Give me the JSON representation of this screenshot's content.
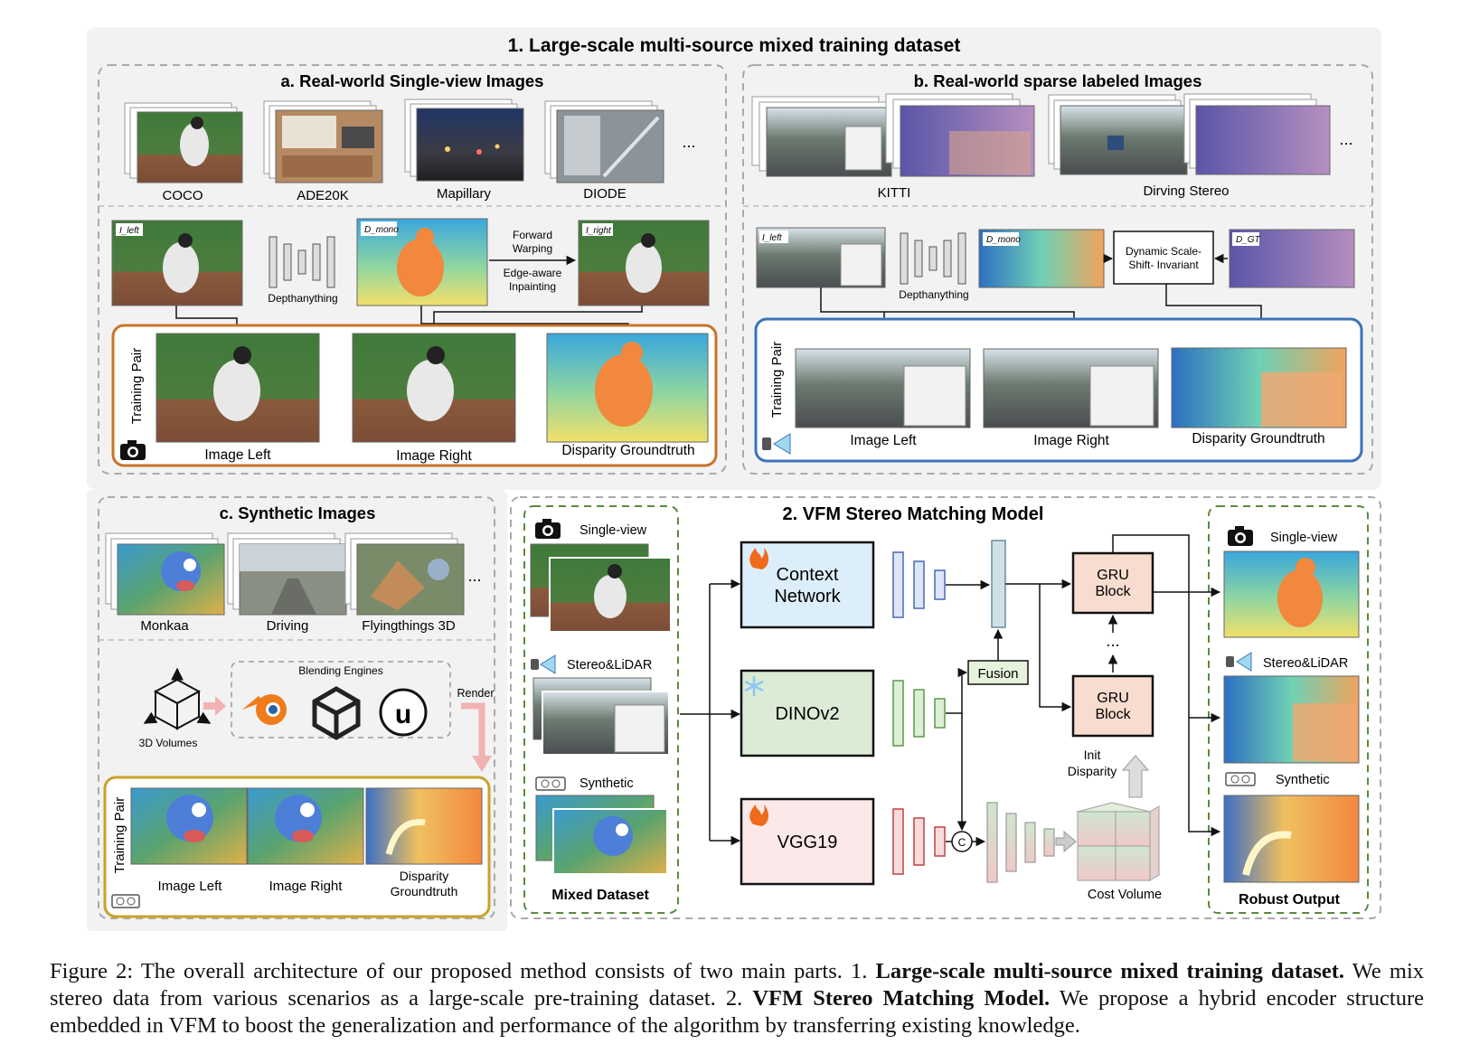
{
  "figure": {
    "part1_title": "1. Large-scale multi-source mixed training dataset",
    "a": {
      "title": "a. Real-world Single-view Images",
      "datasets": [
        "COCO",
        "ADE20K",
        "Mapillary",
        "DIODE"
      ],
      "ellipsis": "...",
      "depthanything": "Depthanything",
      "label_ileft": "I_left",
      "label_dmono": "D_mono",
      "label_iright": "I_right",
      "forward_warping": [
        "Forward",
        "Warping"
      ],
      "edge_inpainting": [
        "Edge-aware",
        "Inpainting"
      ],
      "training_pair": "Training Pair",
      "image_left": "Image Left",
      "image_right": "Image Right",
      "disparity_gt": "Disparity Groundtruth"
    },
    "b": {
      "title": "b. Real-world sparse labeled Images",
      "datasets": [
        "KITTI",
        "Dirving Stereo"
      ],
      "ellipsis": "...",
      "label_ileft": "I_left",
      "label_dmono": "D_mono",
      "label_dgt": "D_GT",
      "depthanything": "Depthanything",
      "dynamic": [
        "Dynamic Scale-",
        "Shift- Invariant"
      ],
      "training_pair": "Training Pair",
      "image_left": "Image Left",
      "image_right": "Image Right",
      "disparity_gt": "Disparity Groundtruth"
    },
    "c": {
      "title": "c. Synthetic Images",
      "datasets": [
        "Monkaa",
        "Driving",
        "Flyingthings 3D"
      ],
      "ellipsis": "...",
      "volumes": "3D Volumes",
      "blending": "Blending Engines",
      "render": "Render",
      "training_pair": "Training Pair",
      "image_left": "Image Left",
      "image_right": "Image Right",
      "disparity_gt": [
        "Disparity",
        "Groundtruth"
      ]
    },
    "model": {
      "title": "2. VFM Stereo Matching Model",
      "single_view": "Single-view",
      "stereo_lidar": "Stereo&LiDAR",
      "synthetic": "Synthetic",
      "mixed_dataset": "Mixed Dataset",
      "context_network": [
        "Context",
        "Network"
      ],
      "dinov2": "DINOv2",
      "vgg19": "VGG19",
      "fusion": "Fusion",
      "concat": "C",
      "gru_block": [
        "GRU",
        "Block"
      ],
      "dots": "...",
      "init_disparity": [
        "Init",
        "Disparity"
      ],
      "cost_volume": "Cost Volume",
      "robust_output": "Robust Output"
    },
    "colors": {
      "panel_bg": "#f2f2f2",
      "orange_frame": "#c8742a",
      "blue_frame": "#3b73b9",
      "gold_frame": "#c9a22b",
      "green_dash": "#5a8a3c",
      "context_fill": "#dceefa",
      "dino_fill": "#dcebd6",
      "vgg_fill": "#fbe9e9",
      "gru_fill": "#f7dccf"
    }
  },
  "caption": {
    "prefix": "Figure 2: The overall architecture of our proposed method consists of two main parts. 1.",
    "bold1": "Large-scale multi-source mixed training dataset.",
    "middle": "We mix stereo data from various scenarios as a large-scale pre-training dataset. 2.",
    "bold2": "VFM Stereo Matching Model.",
    "suffix": "We propose a hybrid encoder structure embedded in VFM to boost the generalization and performance of the algorithm by transferring existing knowledge."
  }
}
